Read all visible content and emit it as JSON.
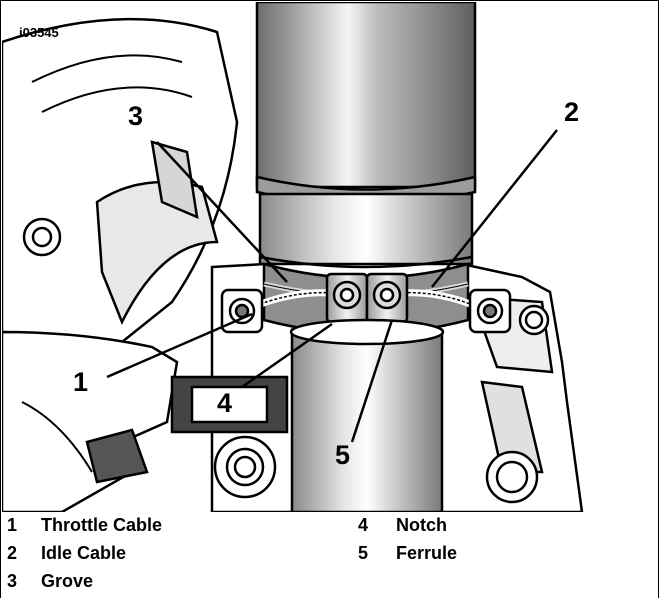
{
  "figure": {
    "ref_id": "i03545",
    "callouts": [
      "1",
      "2",
      "3",
      "4",
      "5"
    ]
  },
  "legend": [
    {
      "number": "1",
      "label": "Throttle Cable"
    },
    {
      "number": "2",
      "label": "Idle Cable"
    },
    {
      "number": "3",
      "label": "Grove"
    },
    {
      "number": "4",
      "label": "Notch"
    },
    {
      "number": "5",
      "label": "Ferrule"
    }
  ]
}
